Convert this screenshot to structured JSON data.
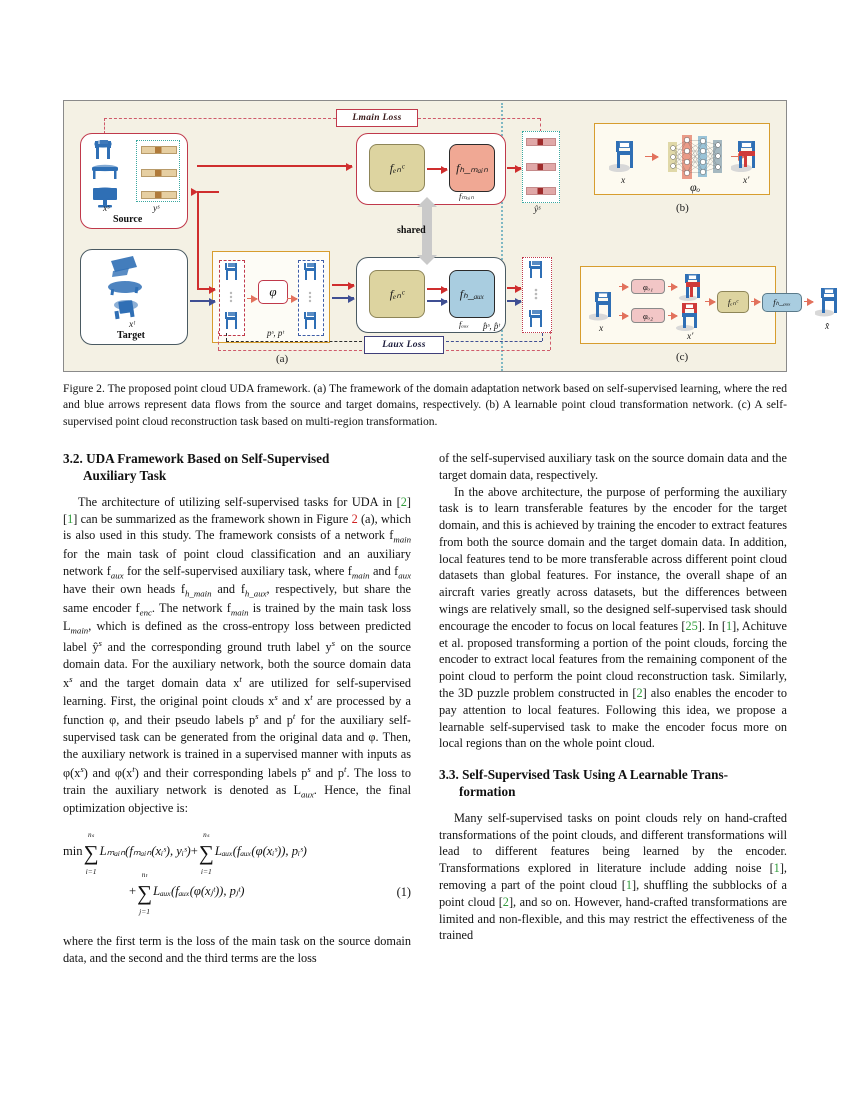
{
  "figure": {
    "panel_a": {
      "label": "(a)",
      "loss_main": "Lmain Loss",
      "loss_aux": "Laux Loss",
      "source_label": "Source",
      "source_x": "xˢ",
      "source_y": "yˢ",
      "target_label": "Target",
      "target_x": "xᵗ",
      "phi": "φ",
      "pseudo_labels": "pˢ, pᵗ",
      "f_enc": "fₑₙᶜ",
      "f_h_main": "fₕ_ₘₐᵢₙ",
      "f_h_aux": "fₕ_ₐᵤₓ",
      "f_main": "fₘₐᵢₙ",
      "f_aux": "fₐᵤₓ",
      "shared": "shared",
      "y_hat": "ŷˢ",
      "p_hat": "p̂ˢ, p̂ᵗ"
    },
    "panel_b": {
      "label": "(b)",
      "input_x": "x",
      "output_x": "x′",
      "network": "φₒ"
    },
    "panel_c": {
      "label": "(c)",
      "input_x": "x",
      "phi1": "φₒ₁",
      "phi2": "φₒ₂",
      "transformed_x": "x′",
      "f_enc": "fₑₙᶜ",
      "f_h_aux": "fₕ_ₐᵤₓ",
      "output_x": "x̂"
    },
    "colors": {
      "figure_background": "#f4f1e4",
      "source_border": "#c0394b",
      "target_border": "#4a5a62",
      "orange_border": "#d79d2e",
      "encoder_fill": "#ddd4a0",
      "head_main_fill": "#f0a894",
      "head_aux_fill": "#a9cde0",
      "red_arrow": "#cf2e2e",
      "blue_arrow": "#3f4f93",
      "shared_arrow": "#c9c9c9",
      "teal_dotted": "#3aa8a0"
    }
  },
  "caption": {
    "text": "Figure 2. The proposed point cloud UDA framework. (a) The framework of the domain adaptation network based on self-supervised learning, where the red and blue arrows represent data flows from the source and target domains, respectively. (b) A learnable point cloud transformation network. (c) A self-supervised point cloud reconstruction task based on multi-region transformation."
  },
  "sections": {
    "s32": {
      "number": "3.2.",
      "title_line1": "UDA Framework Based on Self-Supervised",
      "title_line2": "Auxiliary Task",
      "p1_a": "The architecture of utilizing self-supervised tasks for UDA in [",
      "cite_2": "2",
      "p1_b": "] [",
      "cite_1": "1",
      "p1_c": "] can be summarized as the framework shown in Figure ",
      "cite_fig": "2",
      "p1_d": " (a), which is also used in this study. The framework consists of a network f",
      "sub_main": "main",
      "p1_e": " for the main task of point cloud classification and an auxiliary network f",
      "sub_aux": "aux",
      "p1_f": " for the self-supervised auxiliary task, where f",
      "p1_g": " and f",
      "p1_h": " have their own heads f",
      "sub_hmain": "h_main",
      "p1_i": " and f",
      "sub_haux": "h_aux",
      "p1_j": ", respectively, but share the same encoder f",
      "sub_enc": "enc",
      "p1_k": ". The network f",
      "p1_l": " is trained by the main task loss L",
      "p1_m": ", which is defined as the cross-entropy loss between predicted label ŷ",
      "sup_s": "s",
      "p1_n": " and the corresponding ground truth label y",
      "p1_o": " on the source domain data. For the auxiliary network, both the source domain data x",
      "p1_p": " and the target domain data x",
      "sup_t": "t",
      "p1_q": " are utilized for self-supervised learning. First, the original point clouds x",
      "p1_r": " and x",
      "p1_s": " are processed by a function φ, and their pseudo labels p",
      "p1_t": " and p",
      "p1_u": " for the auxiliary self-supervised task can be generated from the original data and φ. Then, the auxiliary network is trained in a supervised manner with inputs as φ(x",
      "p1_v": ") and φ(x",
      "p1_w": ") and their corresponding labels p",
      "p1_x": " and p",
      "p1_y": ". The loss to train the auxiliary network is denoted as L",
      "p1_z": ". Hence, the final optimization objective is:",
      "eq_number": "(1)",
      "eq_min": "min",
      "eq_n_s": "nₛ",
      "eq_n_t": "nₜ",
      "eq_i1": "i=1",
      "eq_j1": "j=1",
      "eq_term1": "Lₘₐᵢₙ(fₘₐᵢₙ(xᵢˢ), yᵢˢ)",
      "eq_plus": "+",
      "eq_term2": "Lₐᵤₓ(fₐᵤₓ(φ(xᵢˢ)), pᵢˢ)",
      "eq_term3": "Lₐᵤₓ(fₐᵤₓ(φ(xⱼᵗ)), pⱼᵗ)",
      "p2": "where the first term is the loss of the main task on the source domain data, and the second and the third terms are the loss of the self-supervised auxiliary task on the source domain data and the target domain data, respectively.",
      "p3_a": "In the above architecture, the purpose of performing the auxiliary task is to learn transferable features by the encoder for the target domain, and this is achieved by training the encoder to extract features from both the source domain and the target domain data. In addition, local features tend to be more transferable across different point cloud datasets than global features. For instance, the overall shape of an aircraft varies greatly across datasets, but the differences between wings are relatively small, so the designed self-supervised task should encourage the encoder to focus on local features [",
      "cite_25": "25",
      "p3_b": "]. In [",
      "p3_c": "], Achituve et al. proposed transforming a portion of the point clouds, forcing the encoder to extract local features from the remaining component of the point cloud to perform the point cloud reconstruction task. Similarly, the 3D puzzle problem constructed in [",
      "p3_d": "] also enables the encoder to pay attention to local features. Following this idea, we propose a learnable self-supervised task to make the encoder focus more on local regions than on the whole point cloud."
    },
    "s33": {
      "number": "3.3.",
      "title_line1": "Self-Supervised Task Using A Learnable Trans-",
      "title_line2": "formation",
      "p1_a": "Many self-supervised tasks on point clouds rely on hand-crafted transformations of the point clouds, and different transformations will lead to different features being learned by the encoder. Transformations explored in literature include adding noise [",
      "p1_b": "], removing a part of the point cloud [",
      "p1_c": "], shuffling the subblocks of a point cloud [",
      "p1_d": "], and so on. However, hand-crafted transformations are limited and non-flexible, and this may restrict the effectiveness of the trained"
    }
  }
}
